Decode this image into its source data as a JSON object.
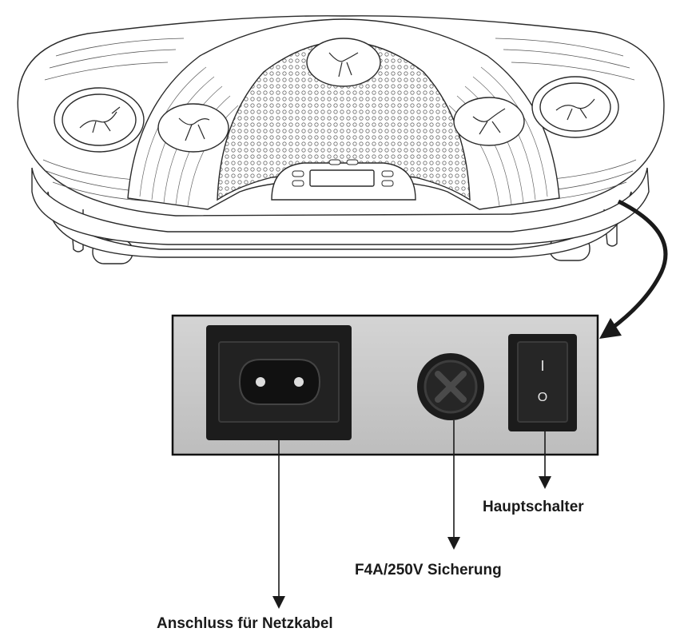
{
  "labels": {
    "main_switch": "Hauptschalter",
    "fuse": "F4A/250V Sicherung",
    "power_socket": "Anschluss für Netzkabel"
  },
  "switch_marks": {
    "on": "I",
    "off": "O"
  },
  "colors": {
    "outline": "#2a2a2a",
    "panel_bg": "#c9c9c9",
    "panel_border": "#111111",
    "component_black": "#1c1c1c",
    "platform_fill": "#ffffff"
  }
}
